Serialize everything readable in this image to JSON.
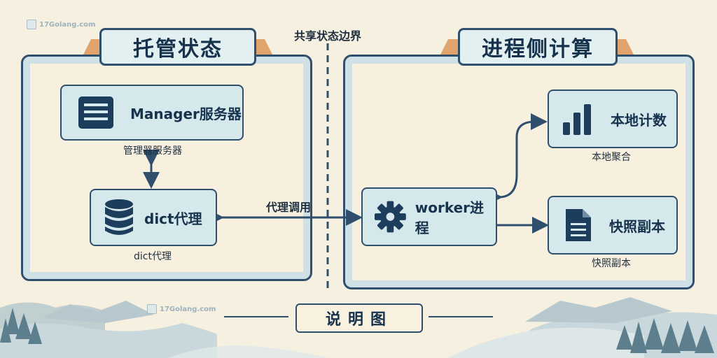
{
  "diagram": {
    "boundary_label": "共享状态边界",
    "left_panel": {
      "title": "托管状态",
      "manager": {
        "label": "Manager服务器",
        "caption": "管理器服务器",
        "icon": "server-icon"
      },
      "dict_proxy": {
        "label": "dict代理",
        "caption": "dict代理",
        "icon": "database-icon"
      }
    },
    "right_panel": {
      "title": "进程侧计算",
      "worker": {
        "label": "worker进程",
        "icon": "gear-icon"
      },
      "local_count": {
        "label": "本地计数",
        "caption": "本地聚合",
        "icon": "bar-chart-icon"
      },
      "snapshot": {
        "label": "快照副本",
        "caption": "快照副本",
        "icon": "document-icon"
      }
    },
    "proxy_call_label": "代理调用",
    "bottom_title": "说明图"
  },
  "watermark": {
    "text": "17Golang.com"
  },
  "colors": {
    "primary": "#2f4f6d",
    "node_fill": "#d5e8ec",
    "panel_fill": "#f9f2df",
    "accent": "#e1a36c"
  }
}
